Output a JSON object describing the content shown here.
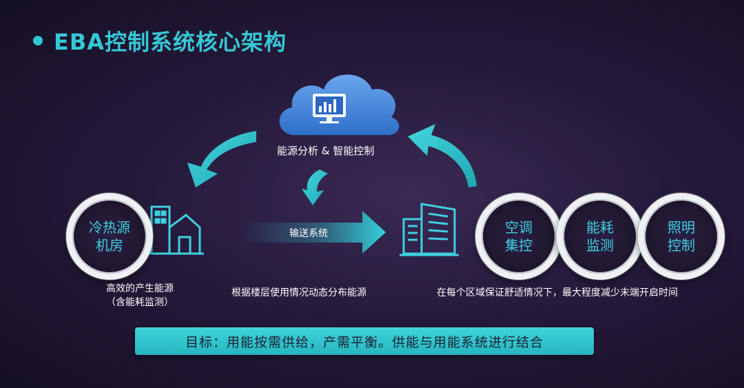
{
  "title": "EBA控制系统核心架构",
  "cloud": {
    "label": "能源分析 & 智能控制"
  },
  "heat_source": {
    "line1": "冷热源",
    "line2": "机房",
    "caption_line1": "高效的产生能源",
    "caption_line2": "（含能耗监测）"
  },
  "transport": {
    "label": "输送系统",
    "caption": "根据楼层使用情况动态分布能源"
  },
  "terminals": [
    {
      "line1": "空调",
      "line2": "集控"
    },
    {
      "line1": "能耗",
      "line2": "监测"
    },
    {
      "line1": "照明",
      "line2": "控制"
    }
  ],
  "terminal_caption": "在每个区域保证舒适情况下，最大程度减少末端开启时间",
  "goal": "目标：用能按需供给，产需平衡。供能与用能系统进行结合",
  "colors": {
    "accent": "#36c8d6",
    "arrow": "#2fc3cd",
    "ring": "#eef0f4",
    "goal_bar": "#30c4cc"
  },
  "icons": [
    "cloud-monitor-icon",
    "building-icon",
    "office-tower-icon",
    "curved-arrow-icon",
    "dashed-arrow-icon"
  ]
}
